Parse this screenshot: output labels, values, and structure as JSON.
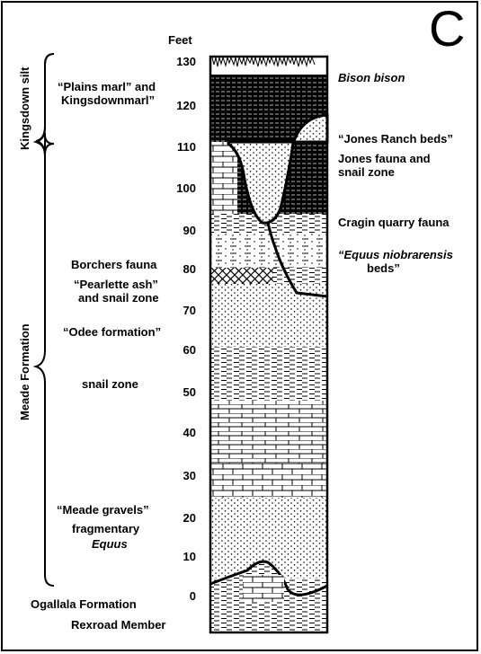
{
  "panel_letter": "C",
  "axis": {
    "unit_label": "Feet",
    "ticks": [
      "130",
      "120",
      "110",
      "100",
      "90",
      "80",
      "70",
      "60",
      "50",
      "40",
      "30",
      "20",
      "10",
      "0"
    ]
  },
  "left_units": {
    "kingsdown": "Kingsdown silt",
    "meade": "Meade Formation"
  },
  "left_labels": {
    "plains_marl_1": "“Plains marl” and",
    "plains_marl_2": "Kingsdownmarl”",
    "borchers": "Borchers fauna",
    "pearlette_1": "“Pearlette ash”",
    "pearlette_2": "and snail zone",
    "odee": "“Odee formation”",
    "snail_zone": "snail zone",
    "meade_gravels": "“Meade gravels”",
    "fragmentary": "fragmentary",
    "equus": "Equus",
    "ogallala": "Ogallala Formation",
    "rexroad": "Rexroad Member"
  },
  "right_labels": {
    "bison": "Bison bison",
    "jones_ranch": "“Jones Ranch beds”",
    "jones_fauna_1": "Jones fauna and",
    "jones_fauna_2": "snail zone",
    "cragin": "Cragin quarry fauna",
    "equus_nio_1": "“Equus niobrarensis",
    "equus_nio_2": "beds”"
  }
}
